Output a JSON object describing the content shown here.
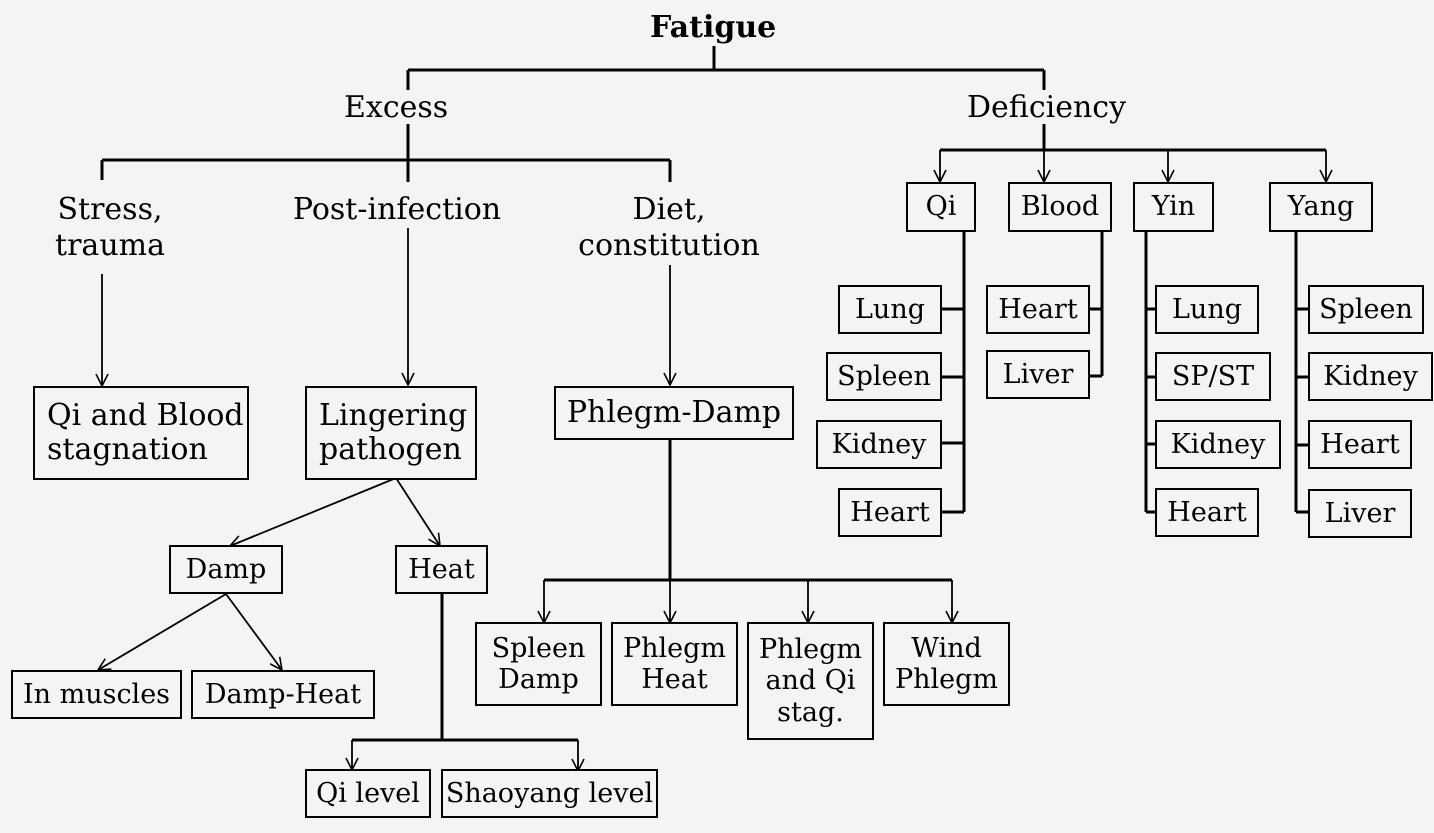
{
  "root": "Fatigue",
  "excess": {
    "label": "Excess",
    "causes": {
      "stress": "Stress,\ntrauma",
      "infection": "Post-infection",
      "diet": "Diet,\nconstitution"
    },
    "qi_blood_stagnation": "Qi and Blood\nstagnation",
    "lingering_pathogen": {
      "label": "Lingering\npathogen",
      "damp": {
        "label": "Damp",
        "children": [
          "In muscles",
          "Damp-Heat"
        ]
      },
      "heat": {
        "label": "Heat",
        "children": [
          "Qi level",
          "Shaoyang level"
        ]
      }
    },
    "phlegm_damp": {
      "label": "Phlegm-Damp",
      "children": [
        "Spleen\nDamp",
        "Phlegm\nHeat",
        "Phlegm\nand Qi\nstag.",
        "Wind\nPhlegm"
      ]
    }
  },
  "deficiency": {
    "label": "Deficiency",
    "qi": {
      "label": "Qi",
      "organs": [
        "Lung",
        "Spleen",
        "Kidney",
        "Heart"
      ]
    },
    "blood": {
      "label": "Blood",
      "organs": [
        "Heart",
        "Liver"
      ]
    },
    "yin": {
      "label": "Yin",
      "organs": [
        "Lung",
        "SP/ST",
        "Kidney",
        "Heart"
      ]
    },
    "yang": {
      "label": "Yang",
      "organs": [
        "Spleen",
        "Kidney",
        "Heart",
        "Liver"
      ]
    }
  }
}
